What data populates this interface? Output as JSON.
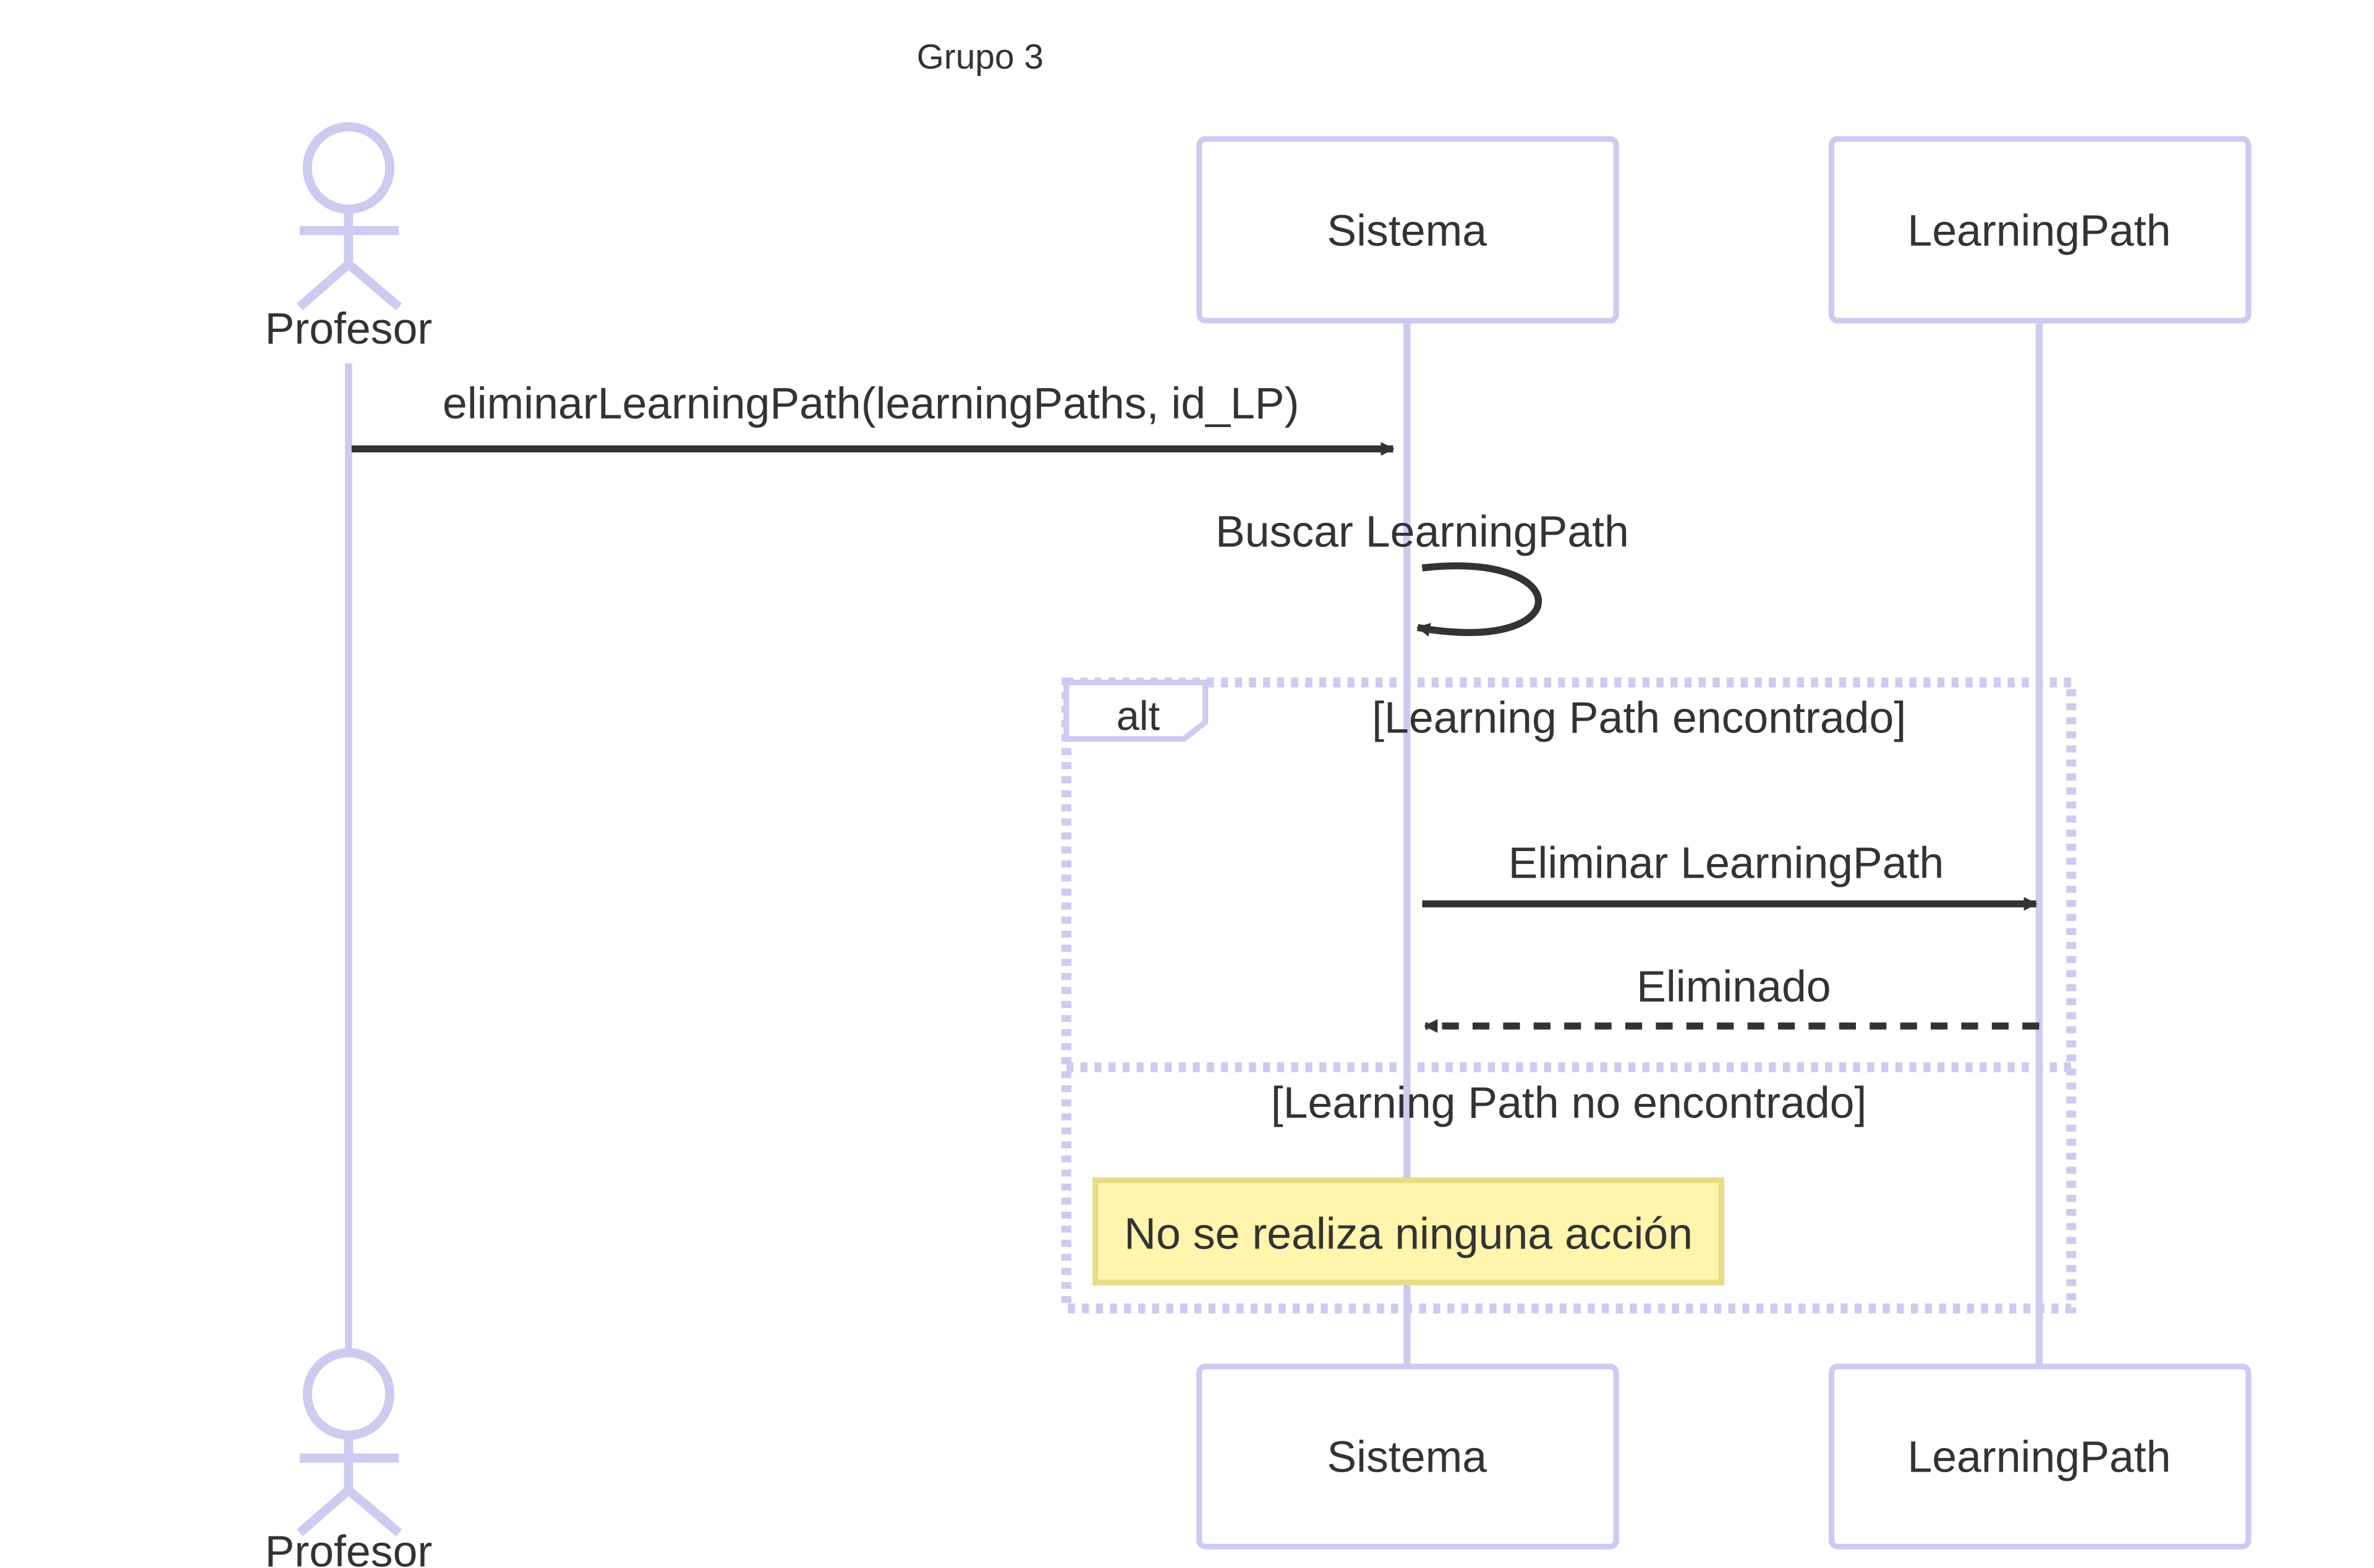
{
  "title": "Grupo 3",
  "participants": {
    "profesor": {
      "label": "Profesor",
      "kind": "actor"
    },
    "sistema": {
      "label": "Sistema",
      "kind": "participant"
    },
    "learning_path": {
      "label": "LearningPath",
      "kind": "participant"
    }
  },
  "messages": [
    {
      "from": "Profesor",
      "to": "Sistema",
      "label": "eliminarLearningPath(learningPaths, id_LP)",
      "style": "solid"
    },
    {
      "from": "Sistema",
      "to": "Sistema",
      "label": "Buscar LearningPath",
      "style": "solid"
    },
    {
      "from": "Sistema",
      "to": "LearningPath",
      "label": "Eliminar LearningPath",
      "style": "solid"
    },
    {
      "from": "LearningPath",
      "to": "Sistema",
      "label": "Eliminado",
      "style": "dashed"
    }
  ],
  "alt_frame": {
    "keyword": "alt",
    "condition_1": "[Learning Path encontrado]",
    "condition_2": "[Learning Path no encontrado]"
  },
  "note": {
    "text": "No se realiza ninguna acción"
  },
  "colors": {
    "lifeline": "#cccbf0",
    "text": "#333333",
    "note_fill": "#fff5ad",
    "note_border": "#e6dc87"
  }
}
